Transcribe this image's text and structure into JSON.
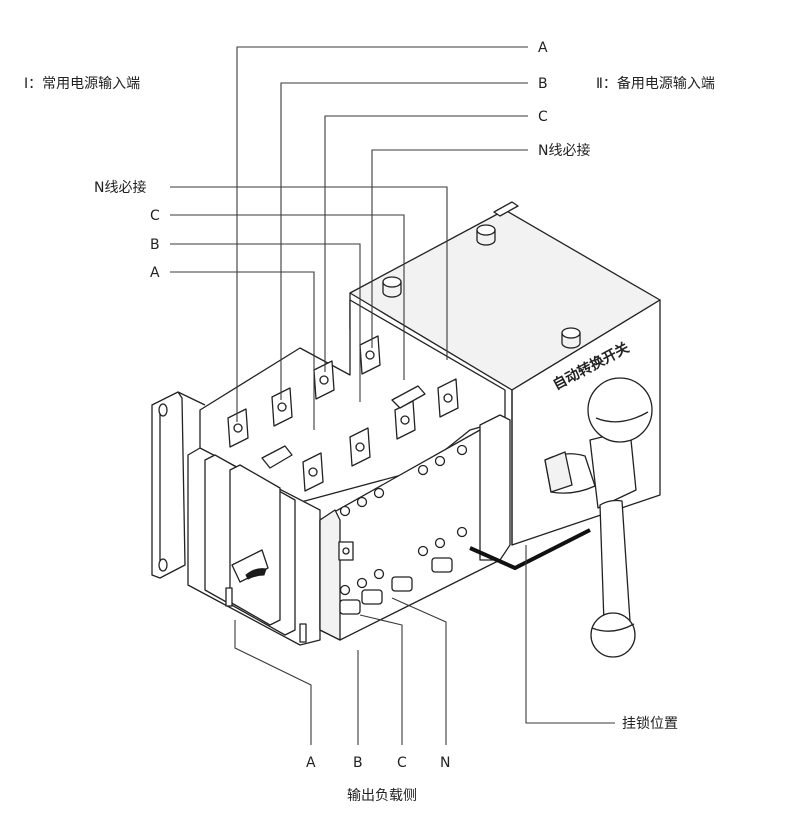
{
  "labels": {
    "source1": "Ⅰ：常用电源输入端",
    "source2": "Ⅱ：备用电源输入端",
    "right_a": "A",
    "right_b": "B",
    "right_c": "C",
    "right_n": "N线必接",
    "left_n": "N线必接",
    "left_c": "C",
    "left_b": "B",
    "left_a": "A",
    "device_name": "自动转换开关",
    "lock_position": "挂锁位置",
    "bottom_a": "A",
    "bottom_b": "B",
    "bottom_c": "C",
    "bottom_n": "N",
    "output_side": "输出负载侧"
  }
}
